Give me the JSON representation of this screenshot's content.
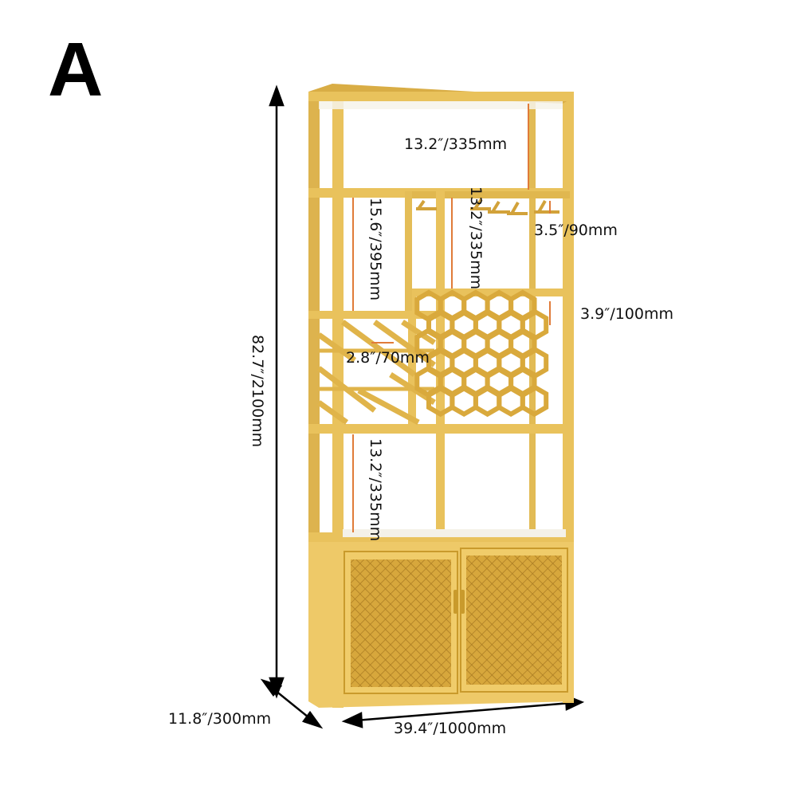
{
  "label": "A",
  "dimensions": {
    "top_shelf_height": "13.2″/335mm",
    "left_upper_height": "15.6″/395mm",
    "mid_upper_height": "13.2″/335mm",
    "glass_rack_gap": "3.5″/90mm",
    "hex_cell_size": "3.9″/100mm",
    "diagonal_gap": "2.8″/70mm",
    "lower_shelf_height": "13.2″/335mm",
    "total_height": "82.7″/2100mm",
    "depth": "11.8″/300mm",
    "width": "39.4″/1000mm"
  },
  "colors": {
    "frame": "#e9c25c",
    "frame_dark": "#c99a2c",
    "cabinet": "#eec968",
    "door_mesh": "#c7962f",
    "marker": "#e07b39",
    "shelf": "#f6f3ea"
  }
}
